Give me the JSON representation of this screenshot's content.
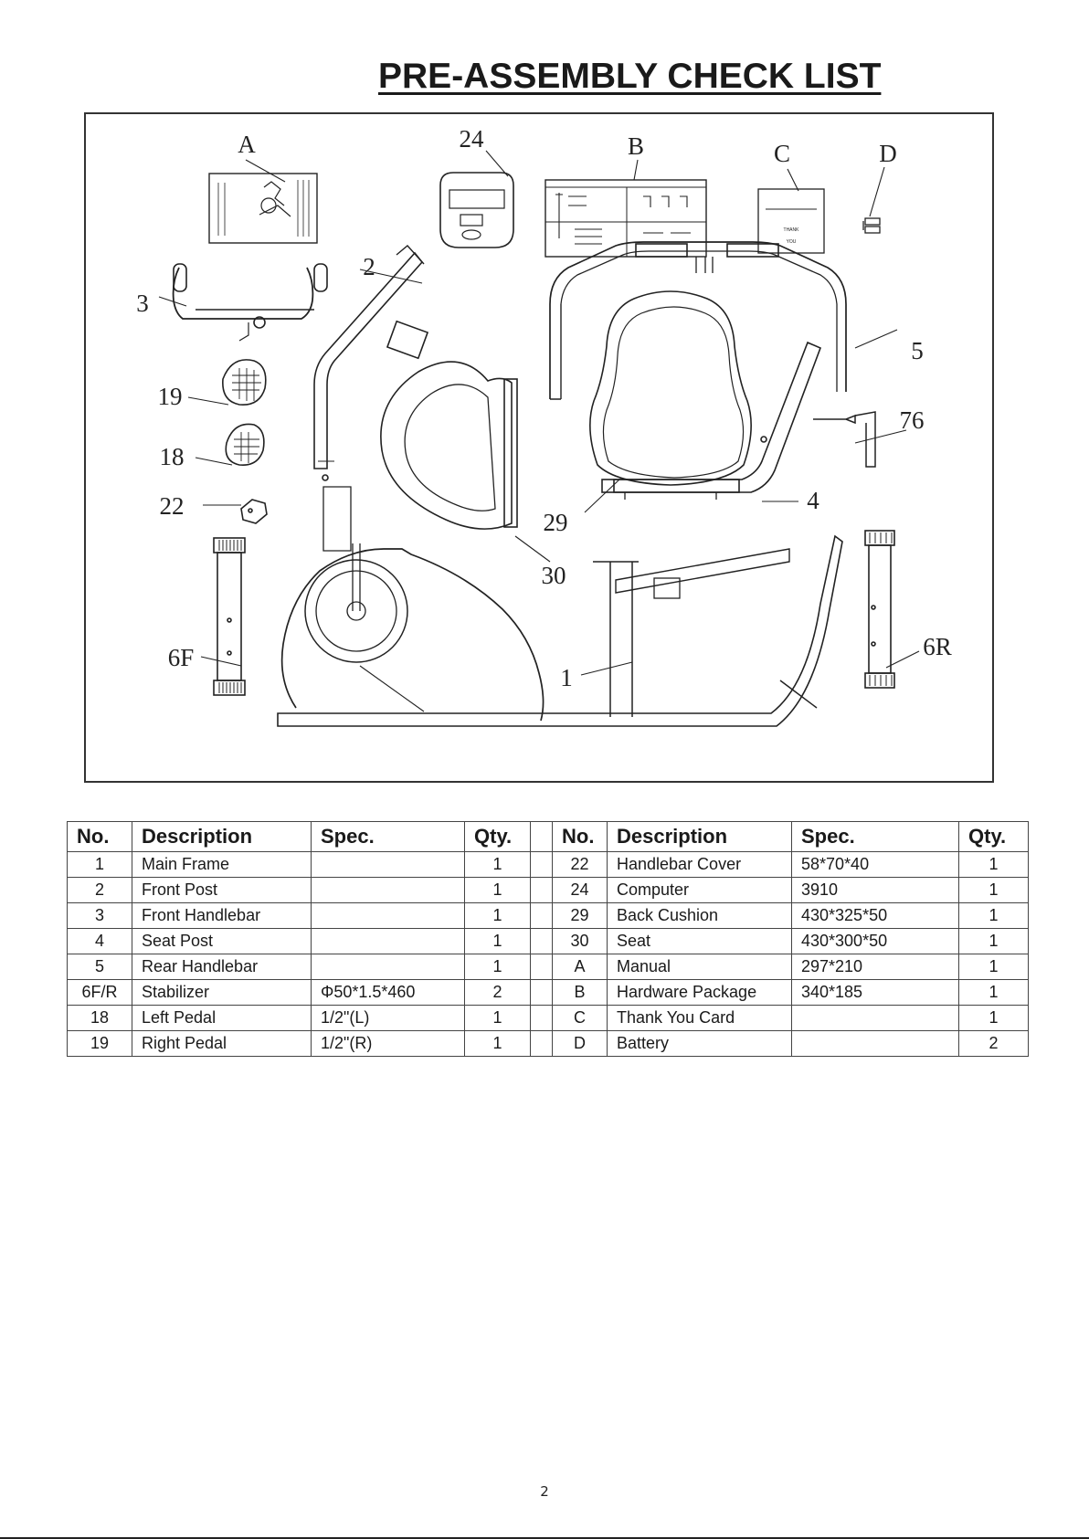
{
  "page": {
    "title": "PRE-ASSEMBLY CHECK LIST",
    "page_number": "2"
  },
  "diagram": {
    "callouts": {
      "A": "A",
      "p24": "24",
      "B": "B",
      "C": "C",
      "D": "D",
      "p2": "2",
      "p3": "3",
      "p5": "5",
      "p19": "19",
      "p76": "76",
      "p18": "18",
      "p4": "4",
      "p22": "22",
      "p29": "29",
      "p30": "30",
      "p6F": "6F",
      "p6R": "6R",
      "p1": "1"
    },
    "card_text": [
      "THANK",
      "YOU"
    ]
  },
  "table": {
    "headers": [
      "No.",
      "Description",
      "Spec.",
      "Qty."
    ],
    "left": [
      {
        "no": "1",
        "desc": "Main Frame",
        "spec": "",
        "qty": "1"
      },
      {
        "no": "2",
        "desc": "Front Post",
        "spec": "",
        "qty": "1"
      },
      {
        "no": "3",
        "desc": "Front Handlebar",
        "spec": "",
        "qty": "1"
      },
      {
        "no": "4",
        "desc": "Seat Post",
        "spec": "",
        "qty": "1"
      },
      {
        "no": "5",
        "desc": "Rear Handlebar",
        "spec": "",
        "qty": "1"
      },
      {
        "no": "6F/R",
        "desc": "Stabilizer",
        "spec": "Φ50*1.5*460",
        "qty": "2"
      },
      {
        "no": "18",
        "desc": "Left Pedal",
        "spec": "1/2\"(L)",
        "qty": "1"
      },
      {
        "no": "19",
        "desc": "Right Pedal",
        "spec": "1/2\"(R)",
        "qty": "1"
      }
    ],
    "right": [
      {
        "no": "22",
        "desc": "Handlebar Cover",
        "spec": "58*70*40",
        "qty": "1"
      },
      {
        "no": "24",
        "desc": "Computer",
        "spec": "3910",
        "qty": "1"
      },
      {
        "no": "29",
        "desc": "Back Cushion",
        "spec": "430*325*50",
        "qty": "1"
      },
      {
        "no": "30",
        "desc": "Seat",
        "spec": "430*300*50",
        "qty": "1"
      },
      {
        "no": "A",
        "desc": "Manual",
        "spec": "297*210",
        "qty": "1"
      },
      {
        "no": "B",
        "desc": "Hardware Package",
        "spec": "340*185",
        "qty": "1"
      },
      {
        "no": "C",
        "desc": "Thank You Card",
        "spec": "",
        "qty": "1"
      },
      {
        "no": "D",
        "desc": "Battery",
        "spec": "",
        "qty": "2"
      }
    ]
  }
}
